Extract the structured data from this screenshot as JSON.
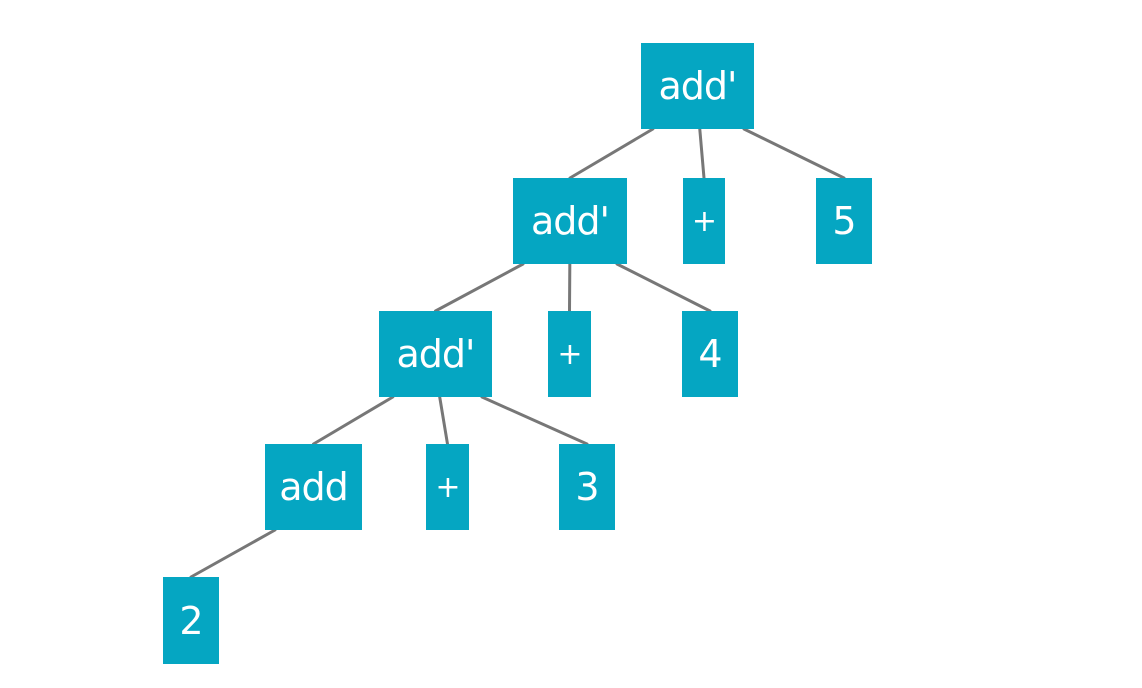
{
  "diagram": {
    "node_color": "#05a6c2",
    "edge_color": "#777777",
    "nodes": [
      {
        "id": "n0",
        "label": "add'"
      },
      {
        "id": "n1",
        "label": "add'"
      },
      {
        "id": "n2",
        "label": "+"
      },
      {
        "id": "n3",
        "label": "5"
      },
      {
        "id": "n4",
        "label": "add'"
      },
      {
        "id": "n5",
        "label": "+"
      },
      {
        "id": "n6",
        "label": "4"
      },
      {
        "id": "n7",
        "label": "add"
      },
      {
        "id": "n8",
        "label": "+"
      },
      {
        "id": "n9",
        "label": "3"
      },
      {
        "id": "n10",
        "label": "2"
      }
    ],
    "edges": [
      [
        "n0",
        "n1"
      ],
      [
        "n0",
        "n2"
      ],
      [
        "n0",
        "n3"
      ],
      [
        "n1",
        "n4"
      ],
      [
        "n1",
        "n5"
      ],
      [
        "n1",
        "n6"
      ],
      [
        "n4",
        "n7"
      ],
      [
        "n4",
        "n8"
      ],
      [
        "n4",
        "n9"
      ],
      [
        "n7",
        "n10"
      ]
    ]
  }
}
